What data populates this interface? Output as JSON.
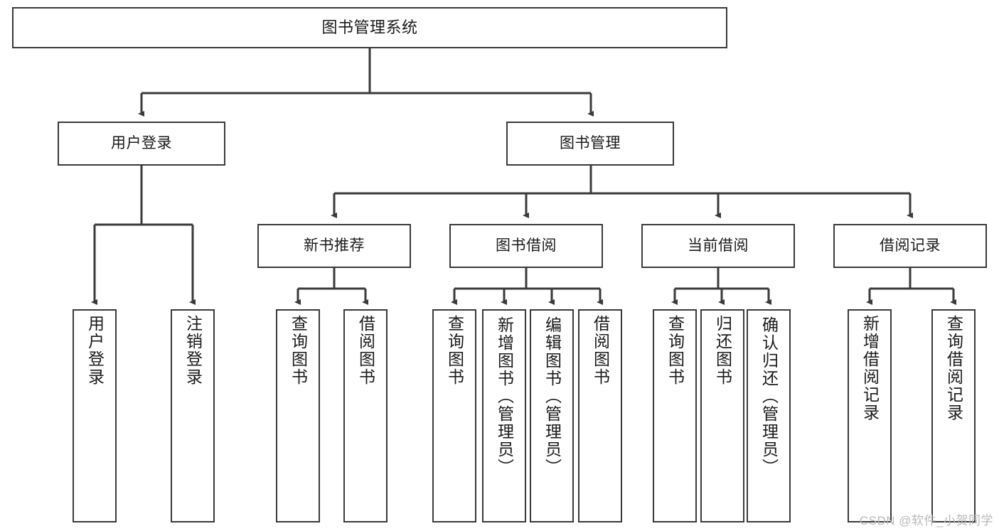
{
  "diagram": {
    "title": "图书管理系统",
    "type": "tree-hierarchy-diagram",
    "colors": {
      "node_border": "#3a3a3a",
      "node_fill": "#ffffff",
      "connector": "#3a3a3a",
      "text": "#1a1a1a",
      "watermark": "#b9b9b9"
    },
    "root": {
      "label": "图书管理系统"
    },
    "level2": [
      {
        "label": "用户登录"
      },
      {
        "label": "图书管理"
      }
    ],
    "level3": [
      {
        "label": "新书推荐"
      },
      {
        "label": "图书借阅"
      },
      {
        "label": "当前借阅"
      },
      {
        "label": "借阅记录"
      }
    ],
    "leaves": {
      "user_login": [
        {
          "label": "用户登录"
        },
        {
          "label": "注销登录"
        }
      ],
      "new_book_recommend": [
        {
          "label": "查询图书"
        },
        {
          "label": "借阅图书"
        }
      ],
      "book_borrow": [
        {
          "label": "查询图书"
        },
        {
          "label": "新增图书（管理员）"
        },
        {
          "label": "编辑图书（管理员）"
        },
        {
          "label": "借阅图书"
        }
      ],
      "current_borrow": [
        {
          "label": "查询图书"
        },
        {
          "label": "归还图书"
        },
        {
          "label": "确认归还（管理员）"
        }
      ],
      "borrow_record": [
        {
          "label": "新增借阅记录"
        },
        {
          "label": "查询借阅记录"
        }
      ]
    },
    "watermark": "CSDN @软件_小贺同学"
  }
}
